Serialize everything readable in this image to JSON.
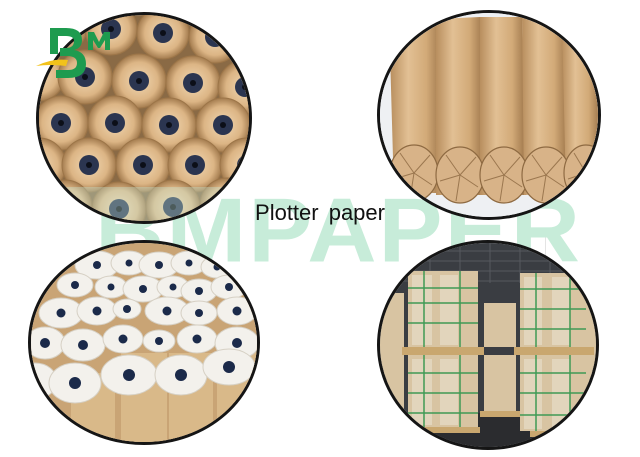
{
  "caption": "Plotter paper",
  "watermark": "BMPAPER",
  "logo": {
    "letters": "BM",
    "main_letter": "B",
    "superscript": "M",
    "colors": {
      "green": "#1e9b4f",
      "yellow": "#f2c21a"
    }
  },
  "photos": [
    {
      "id": "top-left",
      "subject": "Stacked plotter paper roll ends with blue plastic cores, kraft wrapped"
    },
    {
      "id": "top-right",
      "subject": "Five kraft-wrapped plotter paper rolls lying side by side"
    },
    {
      "id": "bottom-left",
      "subject": "Upright plotter paper rolls with white film-wrapped ends and blue cores"
    },
    {
      "id": "bottom-right",
      "subject": "Warehouse with palletized, stretch-wrapped paper stock"
    }
  ],
  "colors": {
    "watermark": "#c7ecd9",
    "frame": "#151515",
    "kraft": "#d9b48a",
    "core": "#2b3550",
    "background": "#ffffff"
  }
}
